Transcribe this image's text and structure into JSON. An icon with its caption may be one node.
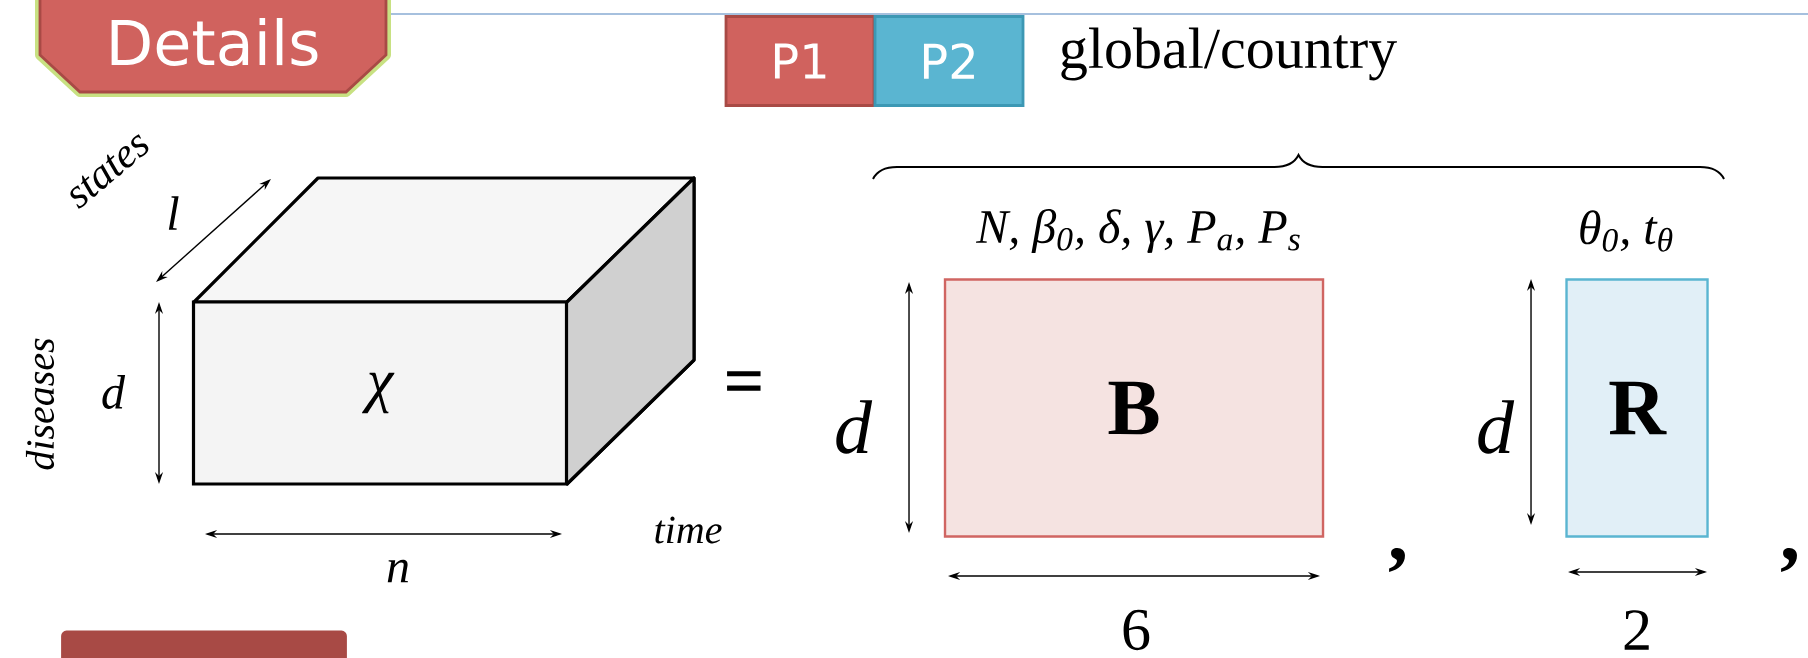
{
  "diagram": {
    "nodes": [
      {
        "text": [
          "Details"
        ]
      },
      {
        "text": [
          "P1"
        ]
      },
      {
        "text": [
          "P2"
        ]
      },
      {
        "text": [
          "χ"
        ]
      },
      {
        "text": [
          "B"
        ],
        "beside": [
          "N, β$_{0}$, δ, γ, P$_{a}$, P$_{s}$"
        ]
      },
      {
        "text": [
          "R"
        ],
        "beside": [
          "θ$_{0}$, t$_{θ}$"
        ]
      },
      {
        "text": [],
        "shape": "bar"
      }
    ],
    "labels": [
      "global/country",
      "states",
      "l",
      "diseases",
      "d",
      "=",
      "d",
      "d",
      "time",
      "n",
      ",",
      ",",
      "6",
      "2"
    ]
  }
}
